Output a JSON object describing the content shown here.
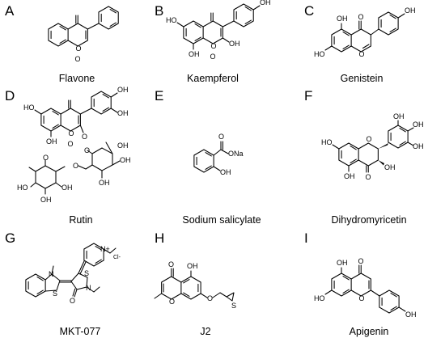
{
  "figure": {
    "panels": [
      {
        "letter": "A",
        "name": "Flavone"
      },
      {
        "letter": "B",
        "name": "Kaempferol"
      },
      {
        "letter": "C",
        "name": "Genistein"
      },
      {
        "letter": "D",
        "name": "Rutin"
      },
      {
        "letter": "E",
        "name": "Sodium salicylate"
      },
      {
        "letter": "F",
        "name": "Dihydromyricetin"
      },
      {
        "letter": "G",
        "name": "MKT-077"
      },
      {
        "letter": "H",
        "name": "J2"
      },
      {
        "letter": "I",
        "name": "Apigenin"
      }
    ],
    "atoms": {
      "oxygen": "O",
      "hydroxyl": "OH",
      "hydroxyl_left": "HO",
      "sodium_oxide": "ONa",
      "nitrogen": "N",
      "nitrogen_plus": "N+",
      "chloride": "Cl-",
      "sulfur": "S"
    }
  }
}
